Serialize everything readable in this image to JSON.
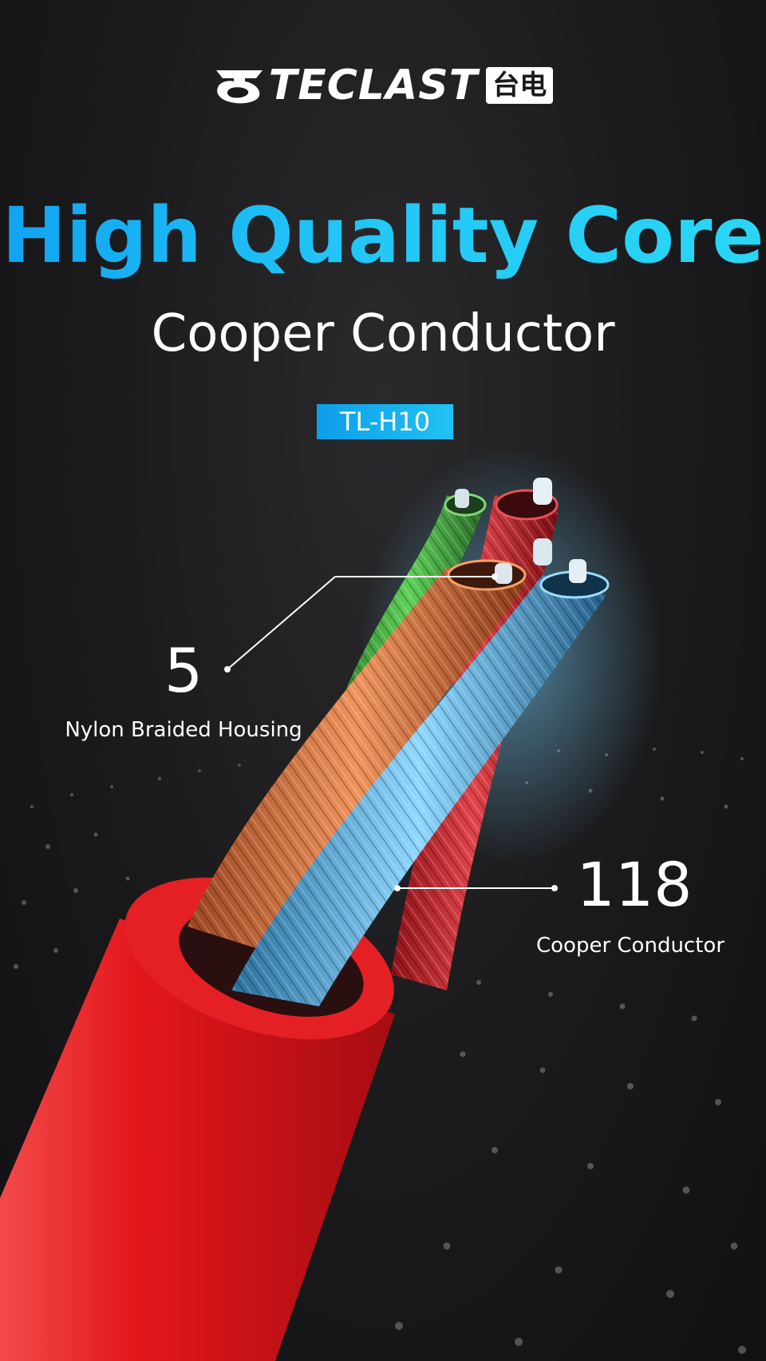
{
  "brand": {
    "name": "TECLAST",
    "chinese": "台电",
    "logo_icon": "teclast-logo-icon"
  },
  "headline": "High Quality Core",
  "subheadline": "Cooper Conductor",
  "model_badge": "TL-H10",
  "stats": [
    {
      "value": "5",
      "label": "Nylon Braided Housing"
    },
    {
      "value": "118",
      "label": "Cooper Conductor"
    }
  ],
  "colors": {
    "accent": "#1ab4f4",
    "background": "#1a1a1c",
    "cable_red": "#e0191c",
    "wire_green": "#3fae3a",
    "wire_red": "#c8262e",
    "wire_orange": "#d9743f",
    "wire_blue": "#4fb1e6"
  }
}
